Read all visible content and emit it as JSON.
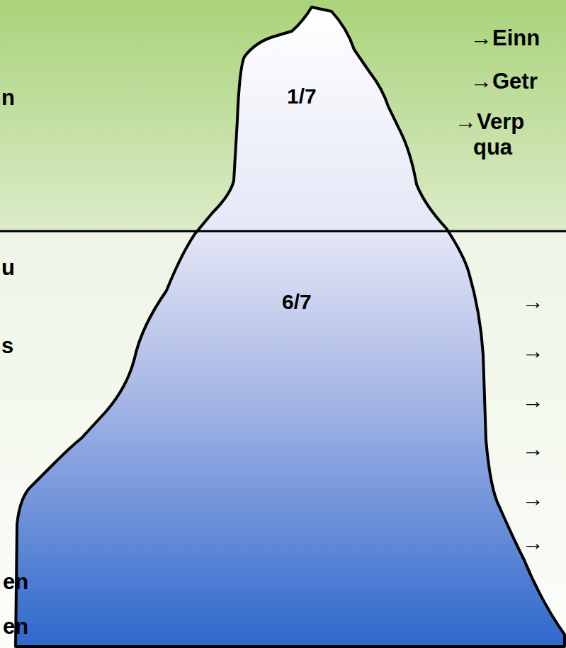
{
  "diagram": {
    "labels": [
      "n",
      "u",
      "s",
      "en",
      "en",
      "1/7",
      "6/7",
      "→Einn",
      "→Getr",
      "→Verp qua",
      "→",
      "→",
      "→",
      "→",
      "→",
      "→"
    ]
  }
}
